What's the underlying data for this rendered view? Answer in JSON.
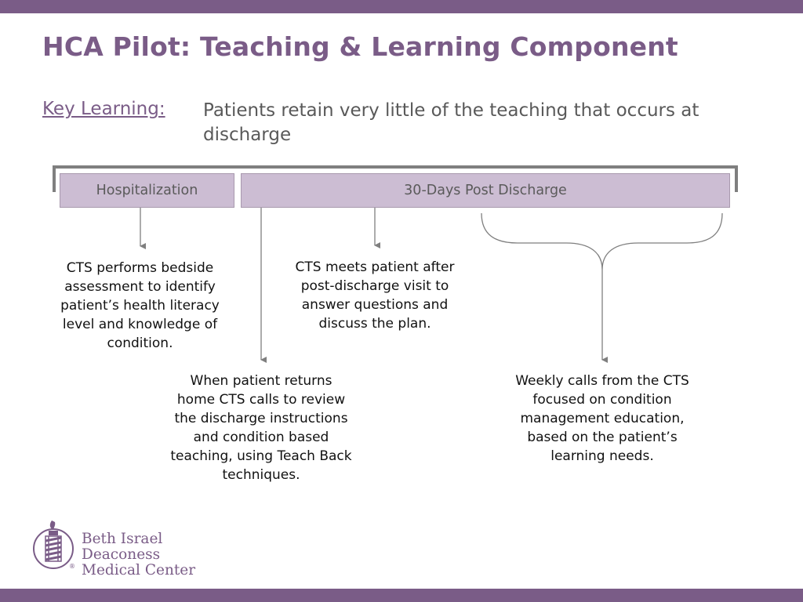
{
  "slide": {
    "title": "HCA Pilot: Teaching & Learning Component",
    "key_learning_label": "Key Learning:",
    "key_learning_text": "Patients retain very little of the teaching that occurs at discharge"
  },
  "timeline": {
    "phases": [
      "Hospitalization",
      "30-Days Post Discharge"
    ]
  },
  "steps": [
    "CTS performs bedside assessment to identify patient’s health literacy level and knowledge of condition.",
    "CTS meets patient after post-discharge visit to answer questions and discuss the plan.",
    "When patient returns home CTS calls to review the discharge instructions and condition based teaching, using Teach Back techniques.",
    "Weekly calls from the CTS focused on condition management education, based on the patient’s learning needs."
  ],
  "logo": {
    "line1": "Beth Israel Deaconess",
    "line2": "Medical Center",
    "registered": "®"
  },
  "colors": {
    "accent": "#7a5c87",
    "box_fill": "#ccbdd3",
    "line": "#7f7f7f"
  }
}
